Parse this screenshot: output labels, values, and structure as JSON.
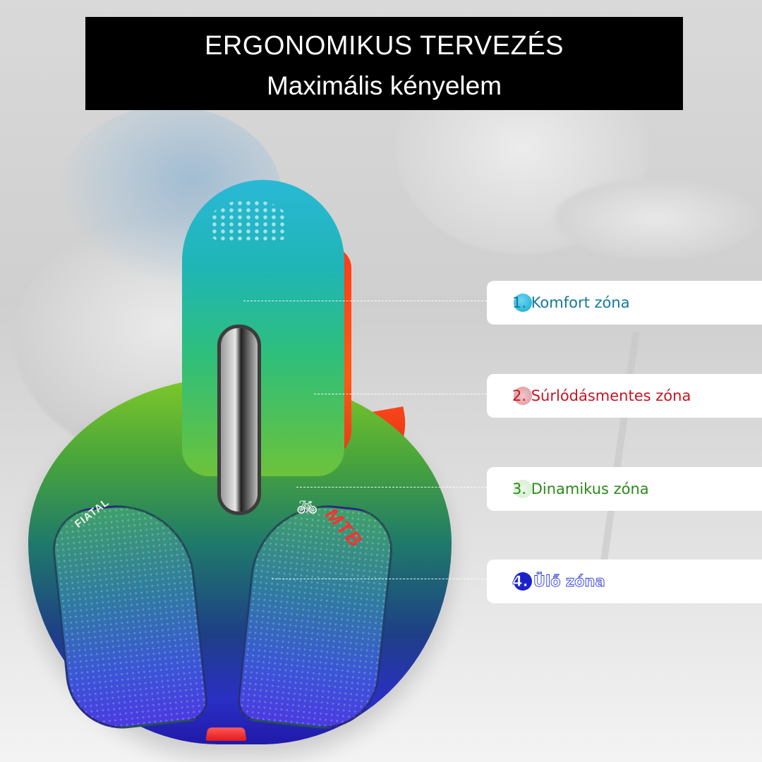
{
  "banner": {
    "title": "ERGONOMIKUS TERVEZÉS",
    "subtitle": "Maximális kényelem"
  },
  "product": {
    "brand_left": "FIATAL",
    "brand_right": "MTB",
    "bike_icon": "bicycle-icon"
  },
  "zones": [
    {
      "label": "1. Komfort zóna",
      "color": "#137a99"
    },
    {
      "label": "2. Súrlódásmentes zóna",
      "color": "#c81422"
    },
    {
      "label": "3. Dinamikus zóna",
      "color": "#2a8a17"
    },
    {
      "label": "4. Ülő zóna",
      "color": "#1b22c8"
    }
  ]
}
